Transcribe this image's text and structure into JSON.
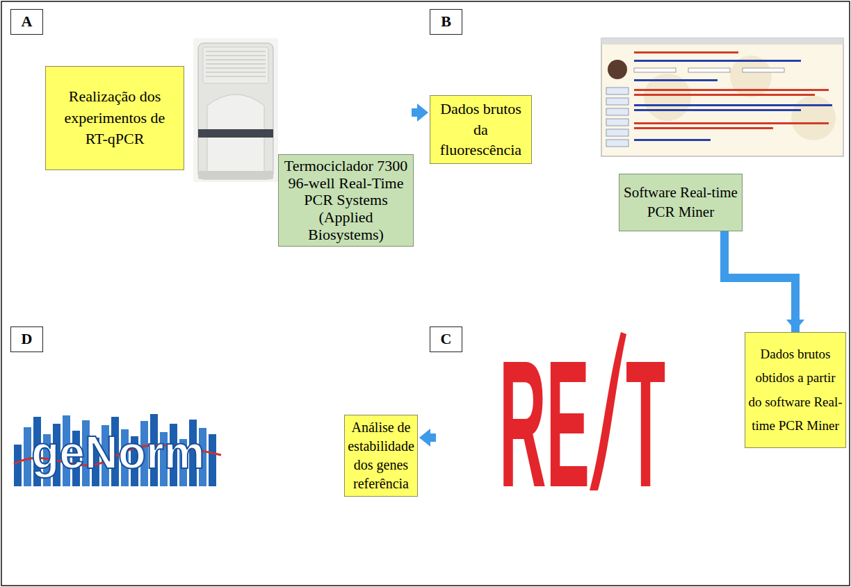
{
  "diagram": {
    "nodes": [
      {
        "text": [
          "A"
        ]
      },
      {
        "text": [
          "Realização dos experimentos de RT-qPCR"
        ]
      },
      {
        "text": [
          "Termociclador 7300 96-well Real-Time PCR Systems (Applied Biosystems)"
        ]
      },
      {
        "text": [
          "B"
        ]
      },
      {
        "text": [
          "Dados brutos da fluorescência"
        ]
      },
      {
        "text": [
          "Software Real-time PCR Miner"
        ]
      },
      {
        "text": [
          "D"
        ]
      },
      {
        "text": [
          "Análise de estabilidade dos genes referência"
        ]
      },
      {
        "text": [
          "C"
        ]
      },
      {
        "text": [
          "Dados brutos obtidos a partir do software Real-time PCR Miner"
        ]
      }
    ],
    "edges": [
      {
        "from": 1,
        "to": 4,
        "arrow": "to"
      },
      {
        "from": 5,
        "to": 9,
        "arrow": "to"
      },
      {
        "from": 9,
        "to": 7,
        "arrow": "to"
      }
    ],
    "labels": [
      "RE",
      "T",
      "geNorm"
    ]
  }
}
